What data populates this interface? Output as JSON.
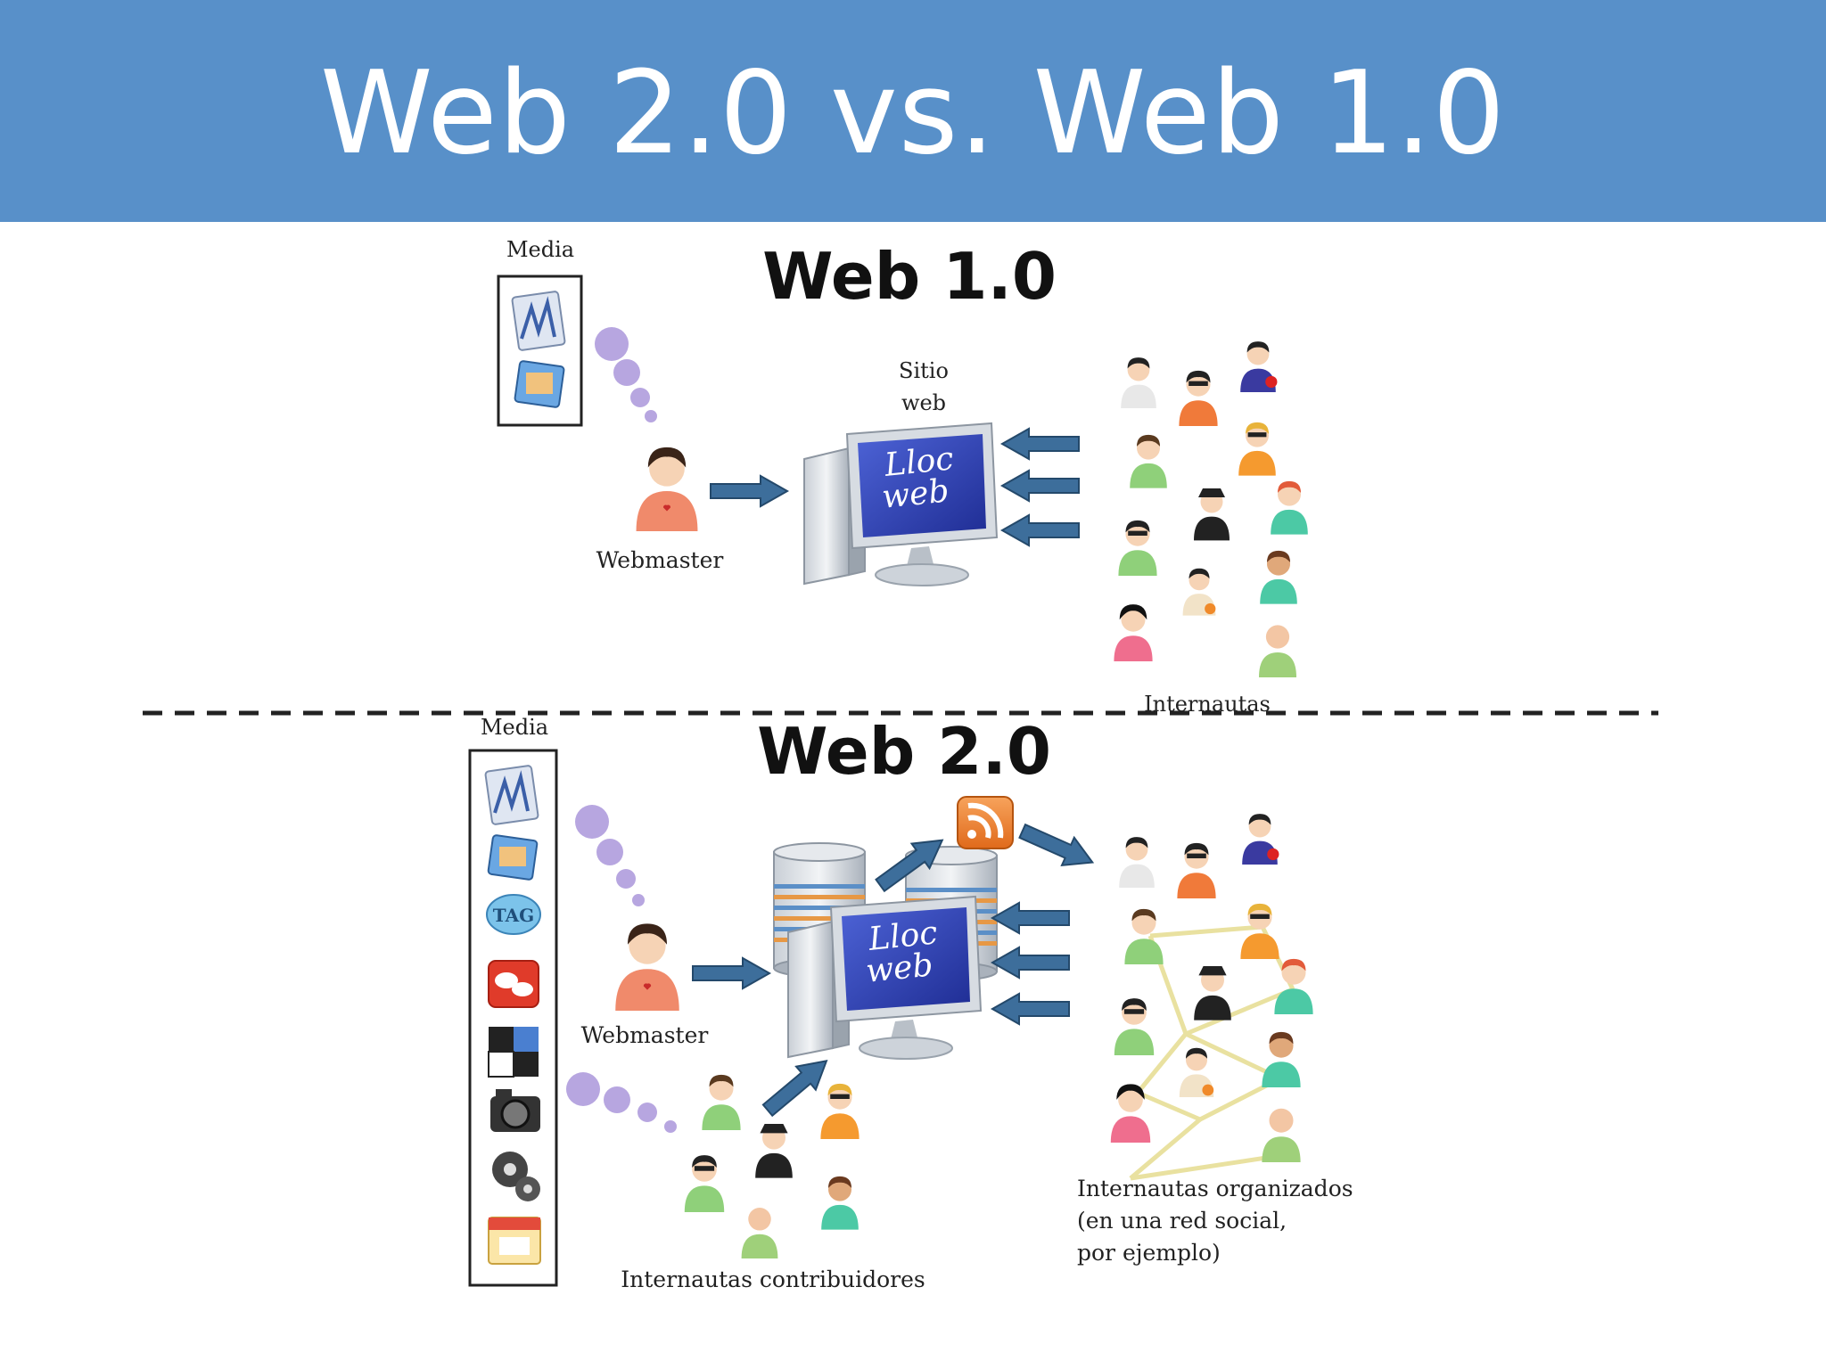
{
  "slide": {
    "title": "Web 2.0 vs. Web 1.0"
  },
  "web1": {
    "title": "Web 1.0",
    "media_label": "Media",
    "site_label_line1": "Sitio",
    "site_label_line2": "web",
    "screen_line1": "Lloc",
    "screen_line2": "web",
    "webmaster_label": "Webmaster",
    "users_label": "Internautas"
  },
  "web2": {
    "title": "Web 2.0",
    "media_label": "Media",
    "screen_line1": "Lloc",
    "screen_line2": "web",
    "webmaster_label": "Webmaster",
    "contributors_label": "Internautas contribuidores",
    "organized_line1": "Internautas organizados",
    "organized_line2": "(en una red social,",
    "organized_line3": "por ejemplo)",
    "tag_icon_text": "TAG"
  },
  "icons": [
    "document-icon",
    "photo-icon",
    "tag-icon",
    "chat-icon",
    "puzzle-icon",
    "camera-icon",
    "film-reel-icon",
    "calendar-icon",
    "rss-icon"
  ],
  "colors": {
    "header": "#5890c9",
    "arrow": "#3d6e9b",
    "bubble": "#b7a6e0",
    "screen": "#2c3fb5"
  }
}
